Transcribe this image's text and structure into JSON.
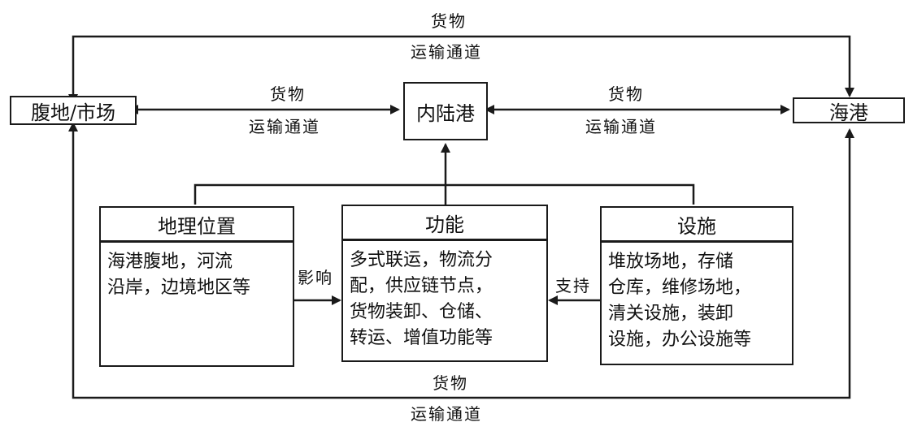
{
  "nodes": {
    "hinterland": "腹地/市场",
    "inland_port": "内陆港",
    "seaport": "海港"
  },
  "channel_label": {
    "line1": "货物",
    "line2": "运输通道"
  },
  "cards": {
    "location": {
      "title": "地理位置",
      "lines": [
        "海港腹地，河流",
        "沿岸，边境地区等"
      ]
    },
    "function": {
      "title": "功能",
      "lines": [
        "多式联运，物流分",
        "配，供应链节点，",
        "货物装卸、仓储、",
        "转运、增值功能等"
      ]
    },
    "facilities": {
      "title": "设施",
      "lines": [
        "堆放场地，存储",
        "仓库，维修场地，",
        "清关设施，装卸",
        "设施，办公设施等"
      ]
    }
  },
  "relations": {
    "influence": "影响",
    "support": "支持"
  },
  "colors": {
    "line": "#1a1a1a",
    "background": "#ffffff"
  }
}
